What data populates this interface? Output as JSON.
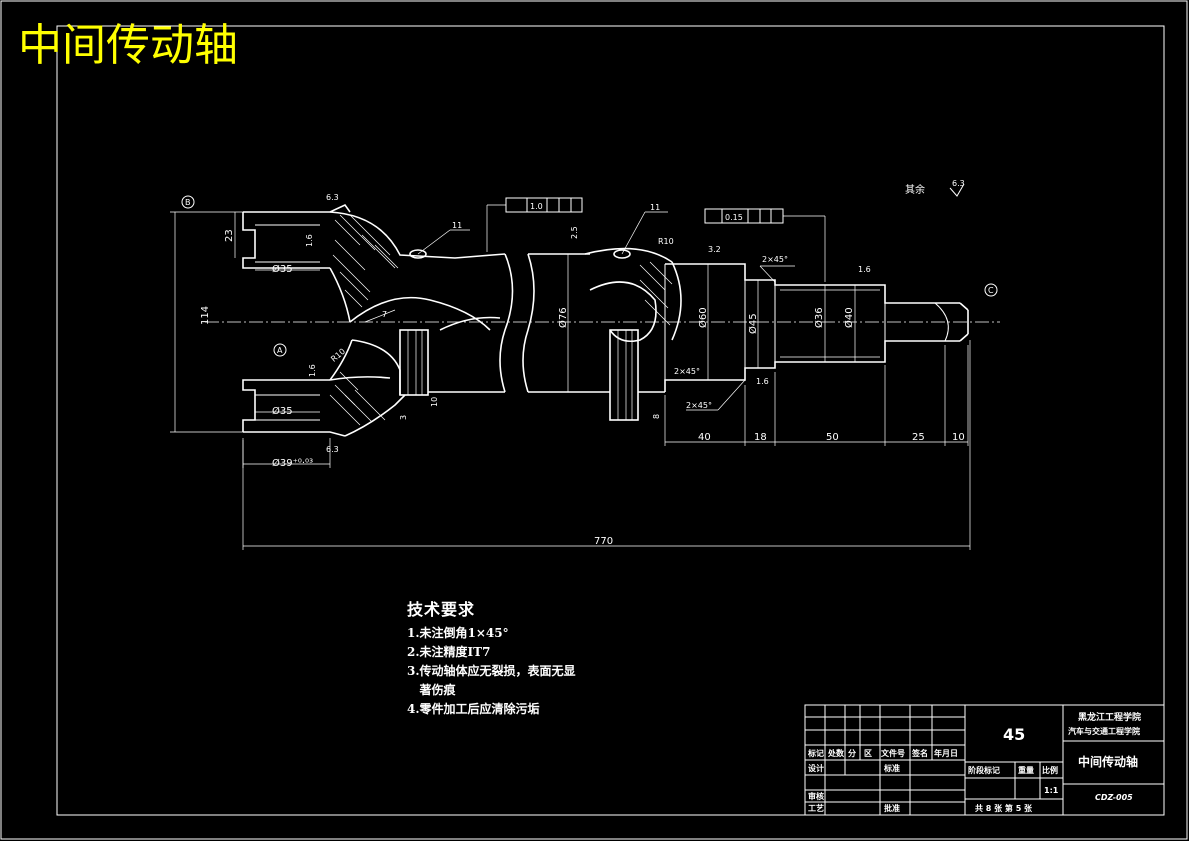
{
  "title": "中间传动轴",
  "dimensions": {
    "d770": "770",
    "d114": "114",
    "d23": "23",
    "d1_6a": "1.6",
    "d35a": "Ø35",
    "d35b": "Ø35",
    "d39": "Ø39⁺⁰·⁰³",
    "d63a": "6.3",
    "d63b": "6.3",
    "d7": "7",
    "dR10a": "R10",
    "dR10b": "R10",
    "d3": "3",
    "d10a": "10",
    "d25a": "2.5",
    "d76": "Ø76",
    "d8": "8",
    "d60": "Ø60",
    "d45": "Ø45",
    "d36": "Ø36",
    "d40": "Ø40",
    "d32": "3.2",
    "d2x45a": "2×45°",
    "d2x45b": "2×45°",
    "d2x45c": "2×45°",
    "d16b": "1.6",
    "d16c": "1.6",
    "d16d": "1.6",
    "L40": "40",
    "L18": "18",
    "L50": "50",
    "L25": "25",
    "L10": "10",
    "runout1": "1.0",
    "runout2": "0.15",
    "datumA": "A",
    "datumB": "B",
    "datumC": "C",
    "weld1": "11",
    "weld2": "11",
    "rest": "其余",
    "rest_val": "6.3"
  },
  "notes": {
    "heading": "技术要求",
    "items": [
      "1.未注倒角1×45°",
      "2.未注精度IT7",
      "3.传动轴体应无裂损，表面无显",
      "   著伤痕",
      "4.零件加工后应清除污垢"
    ]
  },
  "title_block": {
    "material": "45",
    "school_line1": "黑龙江工程学院",
    "school_line2": "汽车与交通工程学院",
    "part_name": "中间传动轴",
    "drawing_no": "CDZ-005",
    "scale": "1:1",
    "row_headers": [
      "标记",
      "处数",
      "分",
      "区",
      "文件号",
      "签名",
      "年月日"
    ],
    "design": "设计",
    "standard": "标准",
    "stage_mark": "阶段标记",
    "weight": "重量",
    "scale_label": "比例",
    "review": "审核",
    "process": "工艺",
    "approve": "批准",
    "sheets": "共 8 张   第 5 张"
  }
}
